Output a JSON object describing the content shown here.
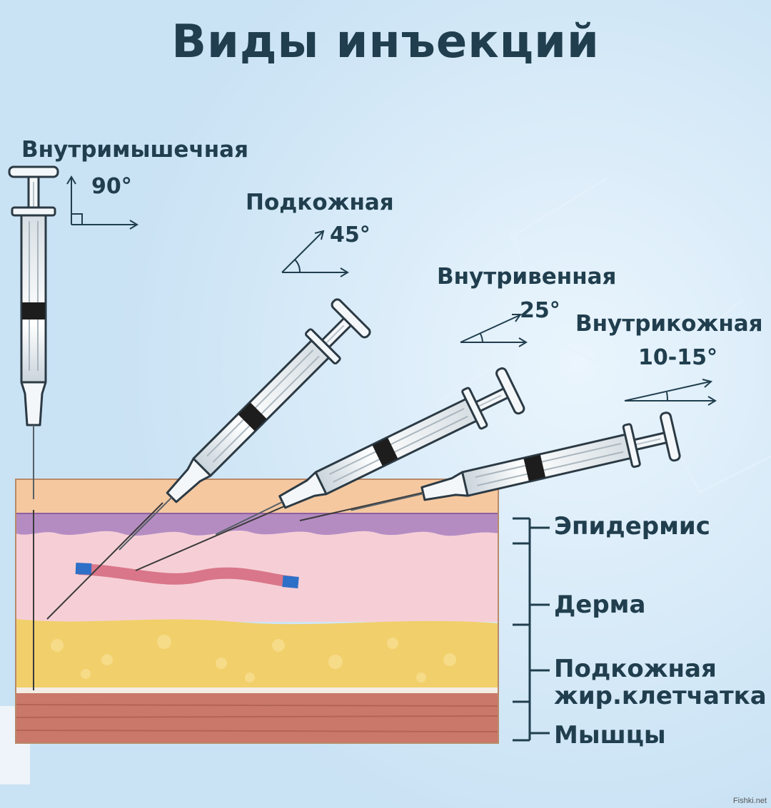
{
  "title": "Виды инъекций",
  "injections": [
    {
      "name": "Внутримышечная",
      "angle": "90°"
    },
    {
      "name": "Подкожная",
      "angle": "45°"
    },
    {
      "name": "Внутривенная",
      "angle": "25°"
    },
    {
      "name": "Внутрикожная",
      "angle": "10-15°"
    }
  ],
  "layers": [
    {
      "name": "Эпидермис"
    },
    {
      "name": "Дерма"
    },
    {
      "name": "Подкожная жир.клетчатка",
      "line1": "Подкожная",
      "line2": "жир.клетчатка"
    },
    {
      "name": "Мышцы"
    }
  ],
  "watermark": "Fishki.net",
  "colors": {
    "background": "#cfe6f7",
    "text": "#203e4e",
    "epidermis": "#b58cc2",
    "dermis": "#f6cfd6",
    "fat": "#f1cf6a",
    "muscle": "#c9786a",
    "skin_top": "#f5c8a0",
    "vein": "#d9768a",
    "vein_end": "#2e6fc7"
  }
}
